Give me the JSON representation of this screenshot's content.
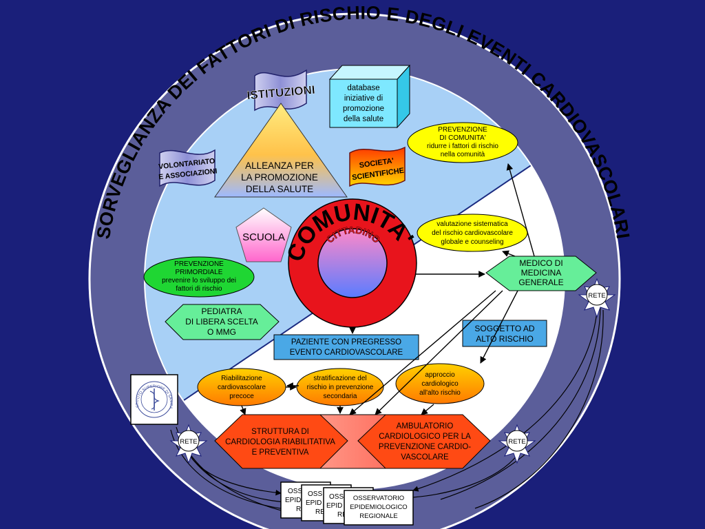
{
  "ring_title": "SORVEGLIANZA DEI FATTORI DI RISCHIO E DEGLI EVENTI CARDIOVASCOLARI",
  "istituzioni": "ISTITUZIONI",
  "volontariato": [
    "VOLONTARIATO",
    "E ASSOCIAZIONI"
  ],
  "societa": [
    "SOCIETA'",
    "SCIENTIFICHE"
  ],
  "database": [
    "database",
    "iniziative di",
    "promozione",
    "della salute"
  ],
  "alleanza": [
    "ALLEANZA PER",
    "LA PROMOZIONE",
    "DELLA SALUTE"
  ],
  "scuola": "SCUOLA",
  "comunita": "COMUNITA'",
  "cittadino": "CITTADINO",
  "prev_comunita": [
    "PREVENZIONE",
    "DI COMUNITA'",
    "ridurre i fattori di rischio",
    "nella comunità"
  ],
  "valutazione": [
    "valutazione sistematica",
    "del rischio cardiovascolare",
    "globale e counseling"
  ],
  "medico": [
    "MEDICO DI",
    "MEDICINA",
    "GENERALE"
  ],
  "prev_primordiale": [
    "PREVENZIONE",
    "PRIMORDIALE",
    "prevenire lo sviluppo dei",
    "fattori di rischio"
  ],
  "pediatra": [
    "PEDIATRA",
    "DI LIBERA SCELTA",
    "O MMG"
  ],
  "paziente": [
    "PAZIENTE CON PREGRESSO",
    "EVENTO CARDIOVASCOLARE"
  ],
  "soggetto": [
    "SOGGETTO AD",
    "ALTO RISCHIO"
  ],
  "riabilitazione": [
    "Riabilitazione",
    "cardiovascolare",
    "precoce"
  ],
  "stratificazione": [
    "stratificazione del",
    "rischio in prevenzione",
    "secondaria"
  ],
  "approccio": [
    "approccio",
    "cardiologico",
    "all'alto rischio"
  ],
  "struttura": [
    "STRUTTURA DI",
    "CARDIOLOGIA RIABILITATIVA",
    "E PREVENTIVA"
  ],
  "ambulatorio": [
    "AMBULATORIO",
    "CARDIOLOGICO PER LA",
    "PREVENZIONE CARDIO-",
    "VASCOLARE"
  ],
  "rete": "RETE",
  "logo_text": "ISTITUTO SUPERIORE DI SANITÀ",
  "osservatorio_partial": [
    [
      "OSS",
      "EPID",
      "R"
    ],
    [
      "OSS",
      "EPID",
      "RE"
    ],
    [
      "OSS",
      "EPID",
      "RE"
    ]
  ],
  "osservatorio": [
    "OSSERVATORIO",
    "EPIDEMIOLOGICO",
    "REGIONALE"
  ],
  "colors": {
    "background": "#1a1f7a",
    "ring": "#5b5e9a",
    "sky": "#9fc8f2",
    "red": "#e8141c",
    "yellow": "#ffff00",
    "green": "#1fd633",
    "mint": "#66ee99",
    "boxblue": "#4aa8e6",
    "orange": "#ff4a14"
  }
}
